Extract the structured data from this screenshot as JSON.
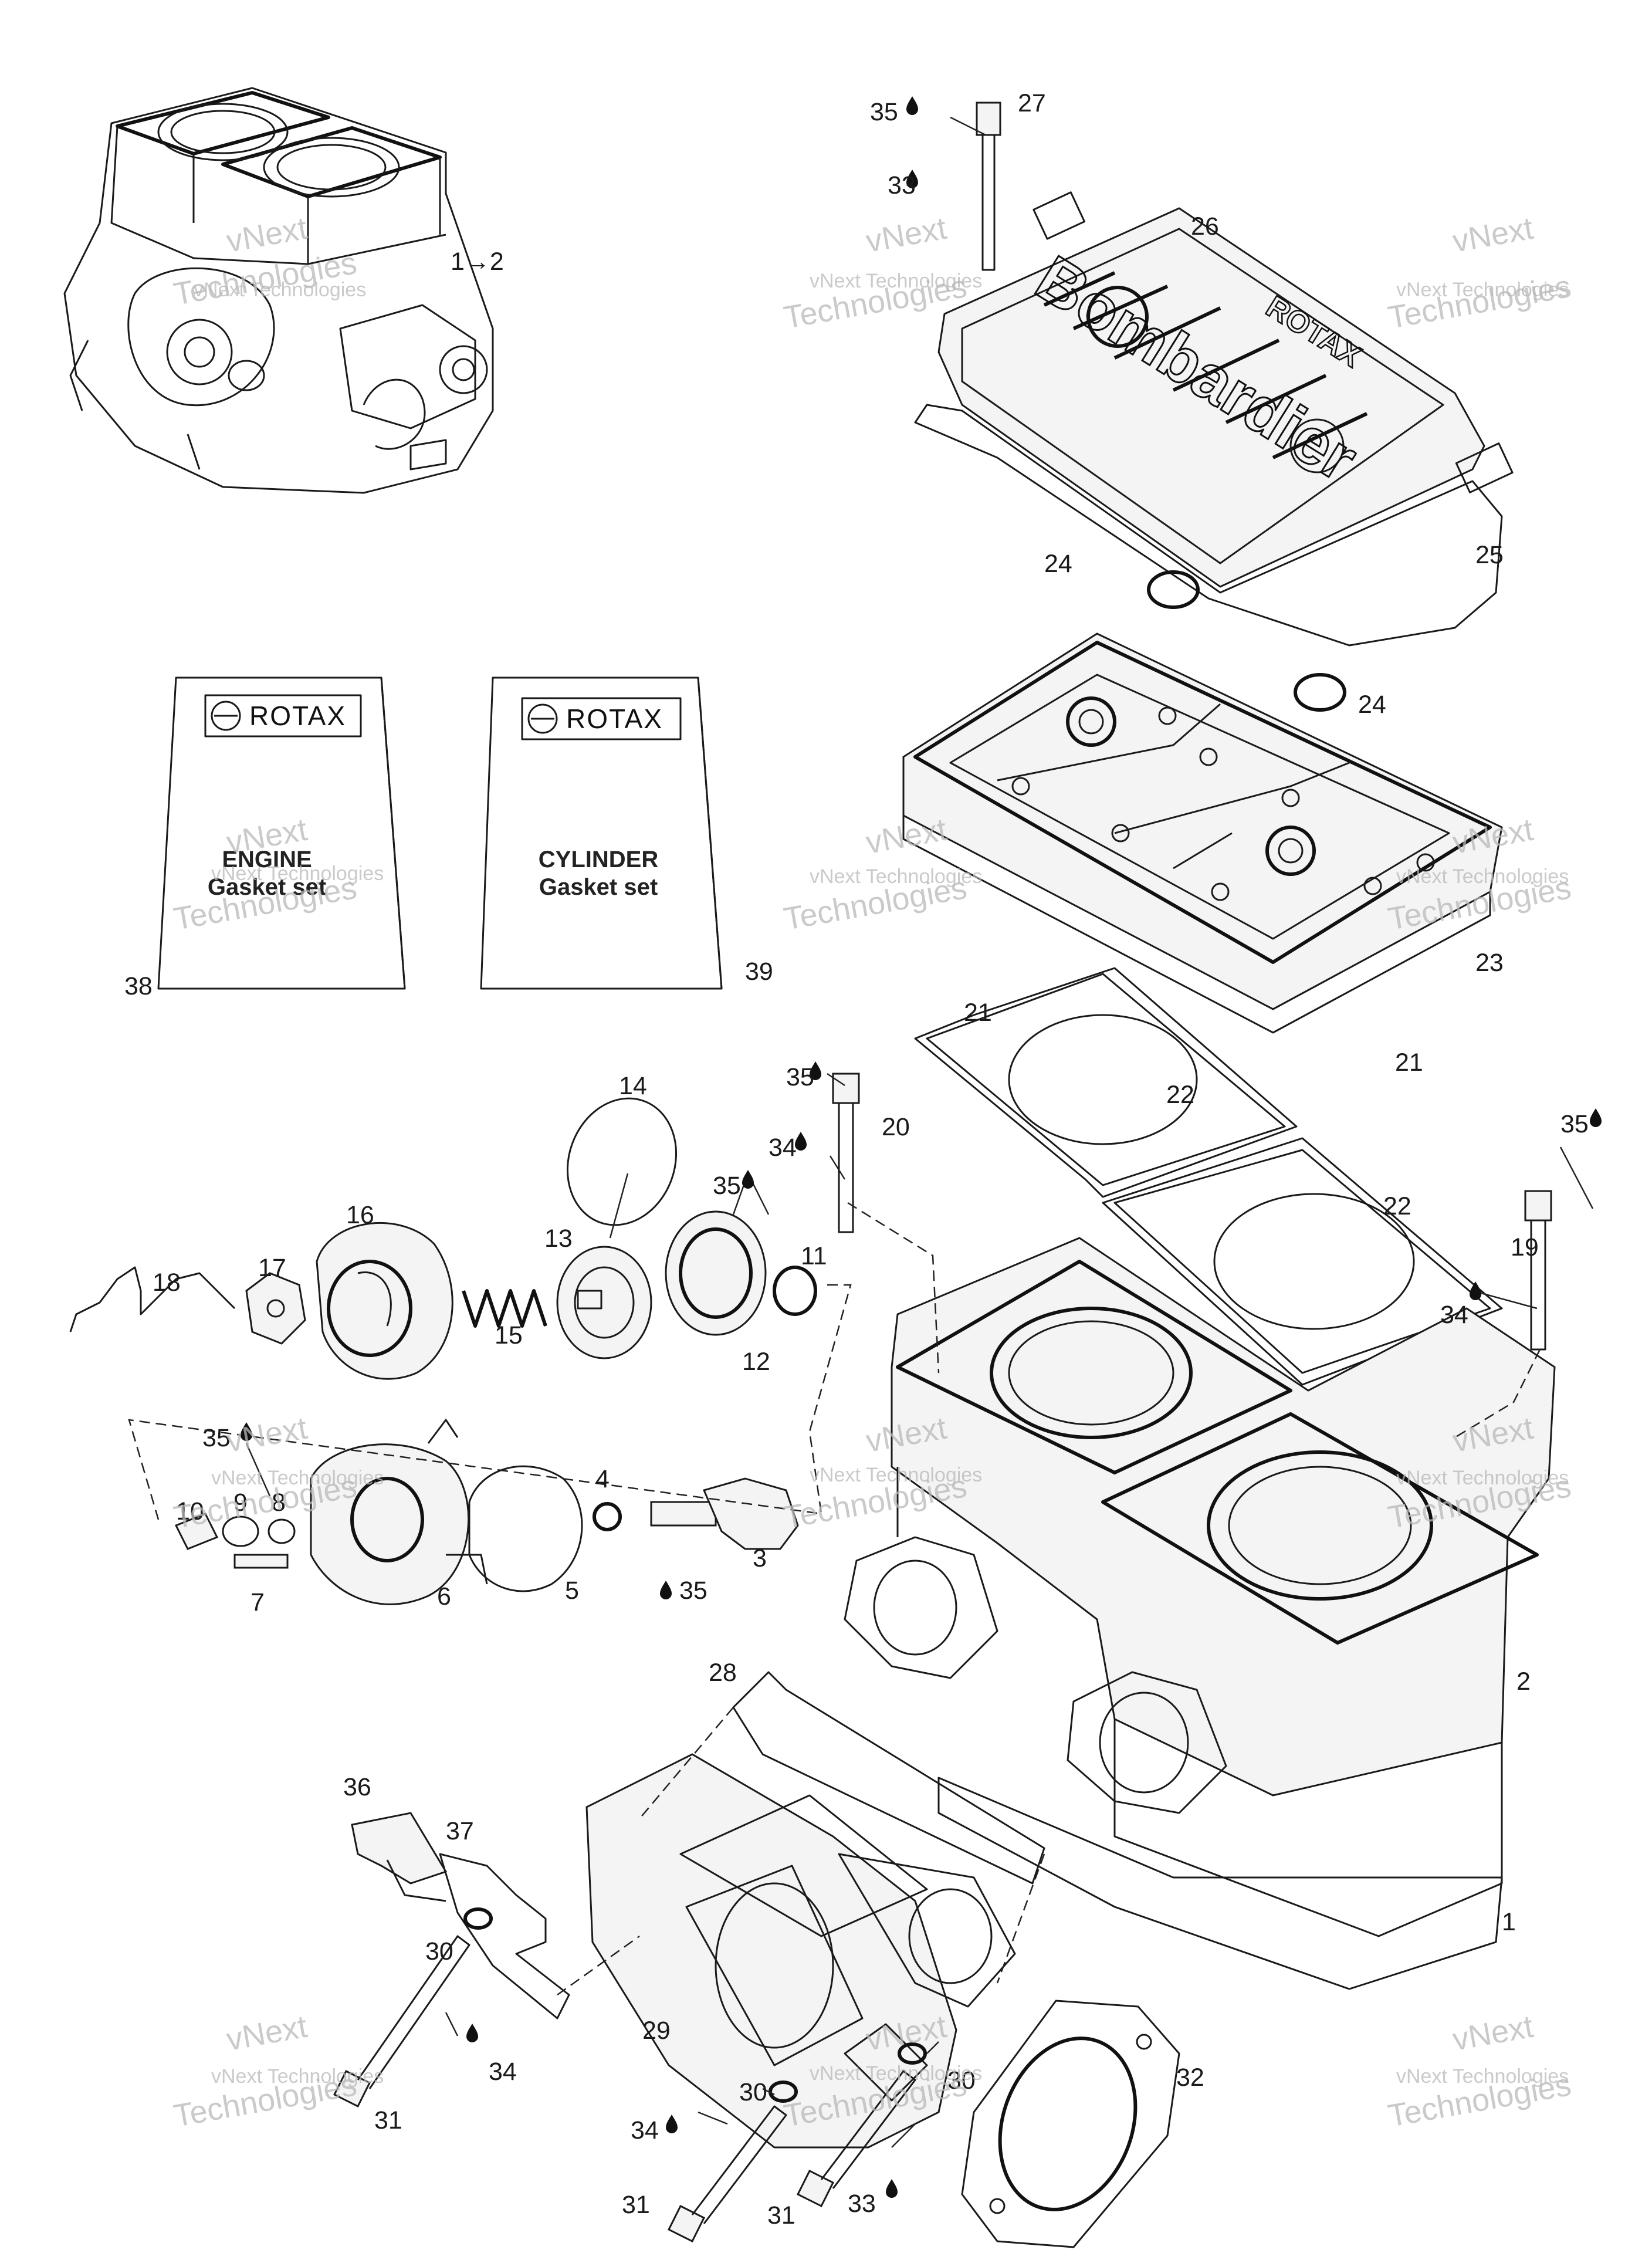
{
  "watermark": {
    "line1": "vNext",
    "line2": "Technologies",
    "line3": "vNext Technologies"
  },
  "callouts": [
    {
      "id": "c1",
      "text": "1→2"
    },
    {
      "id": "c2",
      "text": "1"
    },
    {
      "id": "c3",
      "text": "2"
    },
    {
      "id": "c4",
      "text": "3"
    },
    {
      "id": "c5",
      "text": "4"
    },
    {
      "id": "c6",
      "text": "5"
    },
    {
      "id": "c7",
      "text": "6"
    },
    {
      "id": "c8",
      "text": "7"
    },
    {
      "id": "c9",
      "text": "8"
    },
    {
      "id": "c10",
      "text": "9"
    },
    {
      "id": "c11",
      "text": "10"
    },
    {
      "id": "c12",
      "text": "11"
    },
    {
      "id": "c13",
      "text": "12"
    },
    {
      "id": "c14",
      "text": "13"
    },
    {
      "id": "c15",
      "text": "14"
    },
    {
      "id": "c16",
      "text": "15"
    },
    {
      "id": "c17",
      "text": "16"
    },
    {
      "id": "c18",
      "text": "17"
    },
    {
      "id": "c19",
      "text": "18"
    },
    {
      "id": "c20",
      "text": "19"
    },
    {
      "id": "c21",
      "text": "20"
    },
    {
      "id": "c22",
      "text": "21"
    },
    {
      "id": "c23",
      "text": "21"
    },
    {
      "id": "c24",
      "text": "22"
    },
    {
      "id": "c25",
      "text": "22"
    },
    {
      "id": "c26",
      "text": "23"
    },
    {
      "id": "c27",
      "text": "24"
    },
    {
      "id": "c28",
      "text": "24"
    },
    {
      "id": "c29",
      "text": "25"
    },
    {
      "id": "c30",
      "text": "26"
    },
    {
      "id": "c31",
      "text": "27"
    },
    {
      "id": "c32",
      "text": "28"
    },
    {
      "id": "c33",
      "text": "29"
    },
    {
      "id": "c34",
      "text": "30"
    },
    {
      "id": "c35",
      "text": "30"
    },
    {
      "id": "c36",
      "text": "30"
    },
    {
      "id": "c37",
      "text": "31"
    },
    {
      "id": "c38",
      "text": "31"
    },
    {
      "id": "c39",
      "text": "31"
    },
    {
      "id": "c40",
      "text": "32"
    },
    {
      "id": "c41",
      "text": "33"
    },
    {
      "id": "c42",
      "text": "33"
    },
    {
      "id": "c43",
      "text": "34"
    },
    {
      "id": "c44",
      "text": "34"
    },
    {
      "id": "c45",
      "text": "34"
    },
    {
      "id": "c46",
      "text": "34"
    },
    {
      "id": "c47",
      "text": "35"
    },
    {
      "id": "c48",
      "text": "35"
    },
    {
      "id": "c49",
      "text": "35"
    },
    {
      "id": "c50",
      "text": "35"
    },
    {
      "id": "c51",
      "text": "35"
    },
    {
      "id": "c52",
      "text": "35"
    },
    {
      "id": "c53",
      "text": "36"
    },
    {
      "id": "c54",
      "text": "37"
    },
    {
      "id": "c55",
      "text": "38"
    },
    {
      "id": "c56",
      "text": "39"
    }
  ],
  "manuals": [
    {
      "brand": "ROTAX",
      "line1": "ENGINE",
      "line2": "Gasket set"
    },
    {
      "brand": "ROTAX",
      "line1": "CYLINDER",
      "line2": "Gasket set"
    }
  ],
  "cylinder_head_cover": {
    "text": "Bombardier",
    "text2": "ROTAX"
  }
}
